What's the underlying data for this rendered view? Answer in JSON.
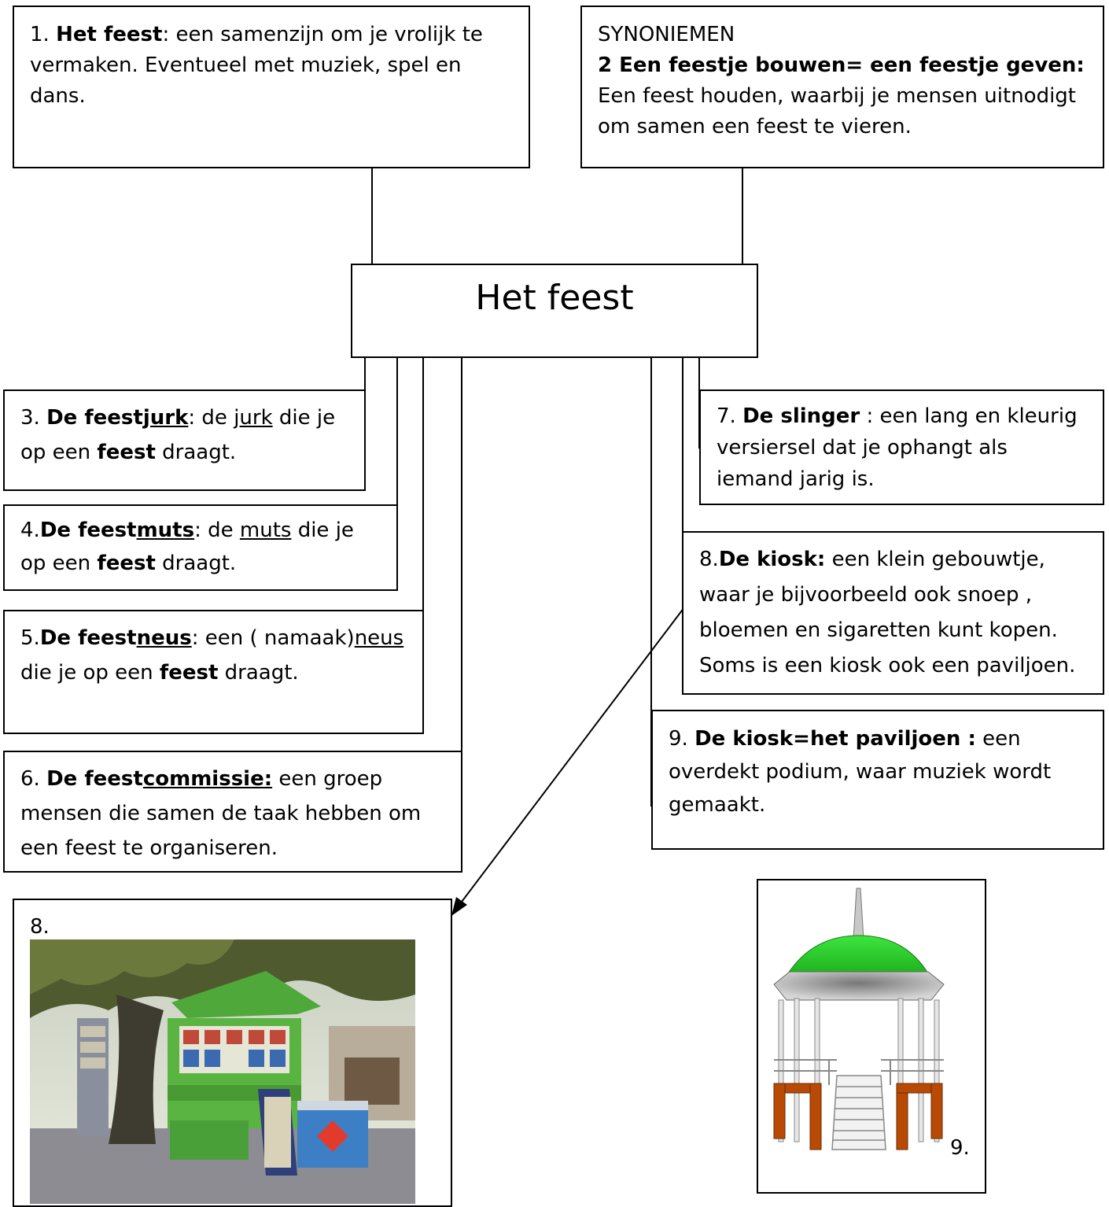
{
  "box1": {
    "num": "1.",
    "term": "Het feest",
    "def": ": een samenzijn om je vrolijk te vermaken. Eventueel met muziek, spel en dans."
  },
  "box2": {
    "heading": "SYNONIEMEN",
    "term": "2 Een feestje bouwen= een feestje geven:",
    "def": "Een feest houden, waarbij je mensen uitnodigt om samen een feest te vieren."
  },
  "center": {
    "title": "Het feest"
  },
  "box3": {
    "num": "3. ",
    "term_a": "De feest",
    "term_b": "jurk",
    "def_a": ": de ",
    "def_u": "jurk",
    "def_b": " die je op een ",
    "bold": "feest",
    "def_c": " draagt."
  },
  "box4": {
    "num": "4.",
    "term_a": "De feest",
    "term_b": "muts",
    "def_a": ": de ",
    "def_u": "muts",
    "def_b": " die je op een ",
    "bold": "feest",
    "def_c": " draagt."
  },
  "box5": {
    "num": "5.",
    "term_a": "De feest",
    "term_b": "neus",
    "def_a": ": een ( namaak)",
    "def_u": "neus",
    "def_b": " die je op een ",
    "bold": "feest",
    "def_c": " draagt."
  },
  "box6": {
    "num": "6. ",
    "term_a": "De feest",
    "term_b": "commissie:",
    "def": " een groep mensen die samen de taak hebben om een feest te organiseren."
  },
  "box7": {
    "num": "7. ",
    "term": "De slinger",
    "def": " : een lang en kleurig versiersel dat je ophangt als iemand jarig is."
  },
  "box8": {
    "num": "8.",
    "term": "De kiosk:",
    "def": "  een klein gebouwtje, waar je bijvoorbeeld ook snoep , bloemen en sigaretten kunt kopen. Soms is een kiosk ook een paviljoen."
  },
  "box9": {
    "num": "9. ",
    "term": "De kiosk=het paviljoen :",
    "def": " een overdekt podium, waar muziek wordt gemaakt."
  },
  "photo8": {
    "label": "8."
  },
  "pavilion9": {
    "label": "9."
  }
}
